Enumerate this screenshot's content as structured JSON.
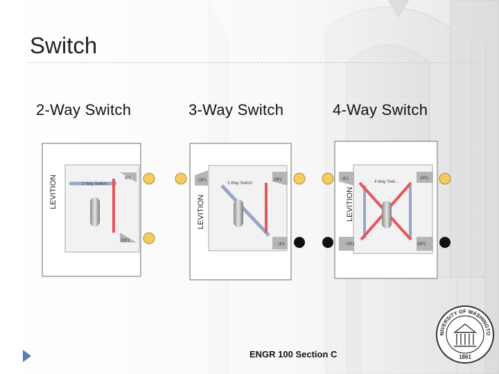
{
  "slide": {
    "title": "Switch",
    "footer": "ENGR 100 Section C"
  },
  "panels": [
    {
      "heading": "2-Way Switch",
      "side_label": "LEVITION",
      "device_label": "2 Way Switch",
      "terminals": [
        "IP1",
        "OP1"
      ]
    },
    {
      "heading": "3-Way Switch",
      "side_label": "LEVITION",
      "device_label": "3 Way Switch",
      "terminals": [
        "OP1",
        "OP2",
        "IP1"
      ]
    },
    {
      "heading": "4-Way Switch",
      "side_label": "LEVITION",
      "device_label": "4 Way Swit...",
      "terminals": [
        "IP1",
        "OP2",
        "OP1",
        "OP2"
      ]
    }
  ],
  "seal": {
    "text_top": "UNIVERSITY OF WASHINGTON",
    "year": "1861"
  },
  "colors": {
    "wire_red": "#e8555c",
    "wire_blue": "#9aa6c9",
    "terminal_yellow": "#f3cb62",
    "terminal_black": "#111111",
    "accent": "#5b7fb3"
  }
}
